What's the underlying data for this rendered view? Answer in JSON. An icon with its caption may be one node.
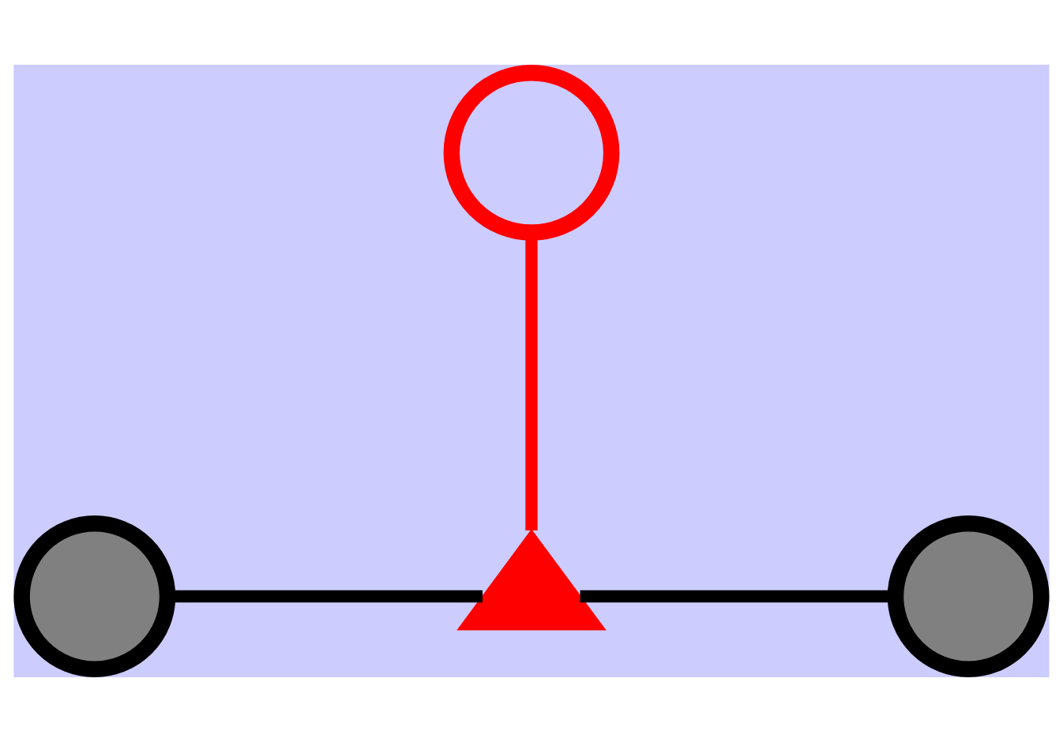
{
  "diagram": {
    "nodes": [
      {
        "text": [],
        "shape": "circle"
      },
      {
        "text": [],
        "shape": "circle"
      },
      {
        "text": [],
        "shape": "triangle"
      },
      {
        "text": [],
        "shape": "circle"
      }
    ],
    "edges": [
      {
        "from": 1,
        "to": 2,
        "arrow": "none"
      },
      {
        "from": 2,
        "to": 3,
        "arrow": "none"
      },
      {
        "from": 2,
        "to": 0,
        "arrow": "none",
        "color": "#ff0000"
      }
    ]
  }
}
